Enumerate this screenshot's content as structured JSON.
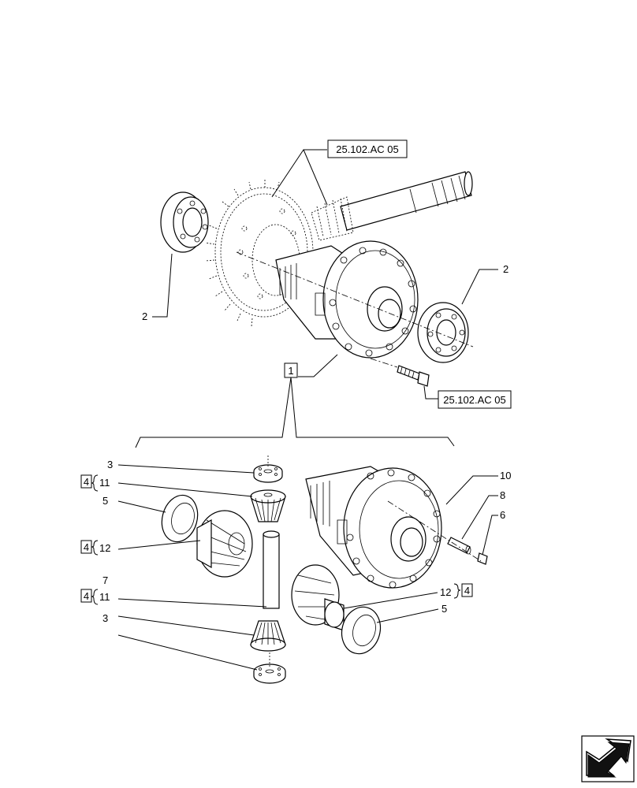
{
  "references": {
    "top": "25.102.AC 05",
    "bolt": "25.102.AC 05"
  },
  "callouts": {
    "c1": "1",
    "c2_left": "2",
    "c2_right": "2",
    "c3_top": "3",
    "c4_a": "4",
    "c11_top": "11",
    "c5_left": "5",
    "c4_b": "4",
    "c12_left": "12",
    "c7": "7",
    "c4_c": "4",
    "c11_bottom": "11",
    "c3_bottom": "3",
    "c10": "10",
    "c8": "8",
    "c6": "6",
    "c12_right": "12",
    "c4_d": "4",
    "c5_right": "5"
  },
  "icons": {
    "nav": "next-page-arrow-icon"
  }
}
